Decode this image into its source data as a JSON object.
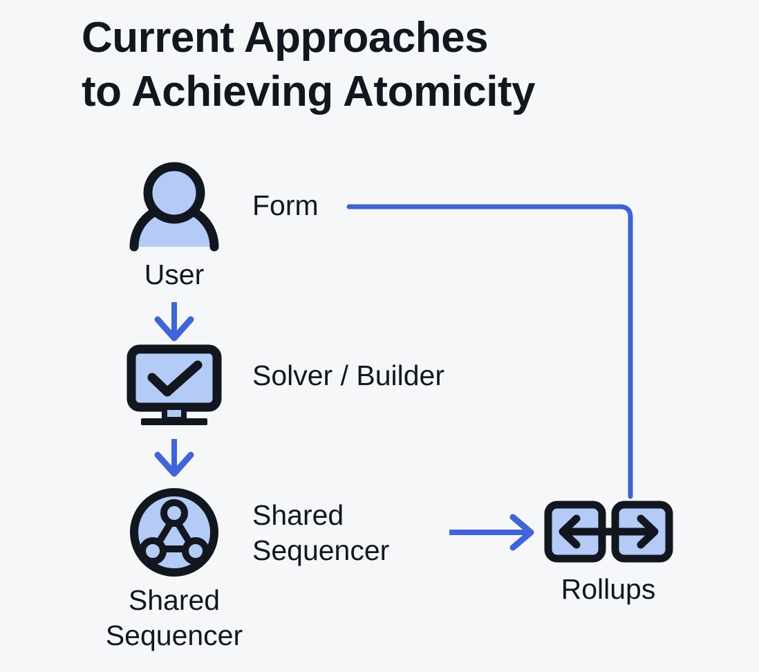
{
  "title": {
    "line1": "Current Approaches",
    "line2": "to Achieving Atomicity"
  },
  "colors": {
    "background": "#f6f7f9",
    "ink": "#12161f",
    "icon_fill": "#b3cbf6",
    "connector_blue": "#3f63d4",
    "arrow_blue": "#4065d8"
  },
  "nodes": {
    "user": {
      "icon": "user-icon",
      "label": "User"
    },
    "solver": {
      "icon": "monitor-check-icon",
      "label": "Solver / Builder"
    },
    "sequencer": {
      "icon": "shared-sequencer-network-icon",
      "side_label_line1": "Shared",
      "side_label_line2": "Sequencer",
      "caption_line1": "Shared",
      "caption_line2": "Sequencer"
    },
    "rollups": {
      "icon": "rollups-bridge-icon",
      "label": "Rollups",
      "left_box_icon": "arrow-left-icon",
      "right_box_icon": "arrow-right-icon"
    }
  },
  "connectors": {
    "form": {
      "label": "Form",
      "kind": "elbow-line",
      "from": "user",
      "to": "rollups"
    },
    "user_to_solver": {
      "label": "",
      "kind": "arrow-down",
      "from": "user",
      "to": "solver"
    },
    "solver_to_sequencer": {
      "label": "",
      "kind": "arrow-down",
      "from": "solver",
      "to": "sequencer"
    },
    "sequencer_to_rollups": {
      "label": "",
      "kind": "arrow-right",
      "from": "sequencer",
      "to": "rollups"
    }
  }
}
